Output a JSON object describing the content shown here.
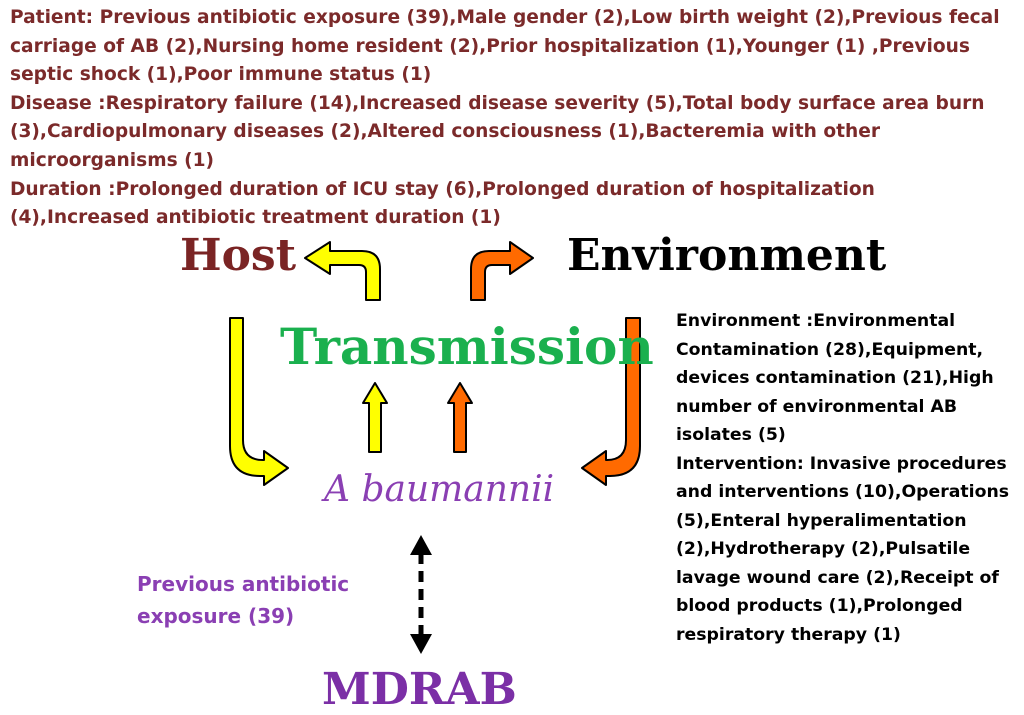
{
  "top_block": {
    "patient": "Patient: Previous antibiotic exposure (39),Male gender (2),Low birth weight (2),Previous fecal carriage of AB (2),Nursing home resident (2),Prior hospitalization (1),Younger (1) ,Previous septic shock (1),Poor immune status (1)",
    "disease": "Disease :Respiratory failure (14),Increased disease severity (5),Total body surface area burn (3),Cardiopulmonary diseases (2),Altered consciousness (1),Bacteremia with other microorganisms (1)",
    "duration": "Duration :Prolonged duration of ICU stay (6),Prolonged duration of hospitalization (4),Increased antibiotic treatment duration (1)"
  },
  "nodes": {
    "host": "Host",
    "environment": "Environment",
    "transmission": "Transmission",
    "baumannii": "A baumannii",
    "mdrab": "MDRAB"
  },
  "right_block": {
    "environment": "Environment :Environmental Contamination (28),Equipment, devices contamination (21),High number of environmental AB isolates (5)",
    "intervention": "Intervention: Invasive procedures and interventions (10),Operations (5),Enteral hyperalimentation (2),Hydrotherapy (2),Pulsatile lavage wound care (2),Receipt of blood products (1),Prolonged respiratory therapy (1)"
  },
  "side_note": "Previous antibiotic exposure (39)",
  "colors": {
    "yellow_arrow": "#ffff00",
    "orange_arrow": "#ff6a00",
    "arrow_outline": "#000000",
    "host": "#7a2424",
    "transmission": "#1ab04e",
    "baumannii": "#8a3fb3",
    "mdrab": "#7b2fa6",
    "top_text": "#7b2a2a"
  }
}
